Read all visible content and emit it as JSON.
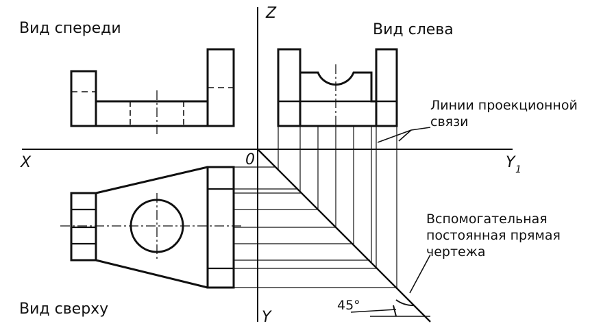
{
  "views": {
    "front": "Вид спереди",
    "side": "Вид слева",
    "top": "Вид сверху"
  },
  "axes": {
    "z": "Z",
    "x": "X",
    "y1": "Y",
    "y1_sub": "1",
    "y": "Y",
    "origin": "0"
  },
  "notes": {
    "projection_lines": [
      "Линии проекционной",
      "связи"
    ],
    "auxiliary_line": [
      "Вспомогательная",
      "постоянная прямая",
      "чертежа"
    ],
    "angle": "45°"
  },
  "colors": {
    "ink": "#111111",
    "paper": "#ffffff"
  }
}
